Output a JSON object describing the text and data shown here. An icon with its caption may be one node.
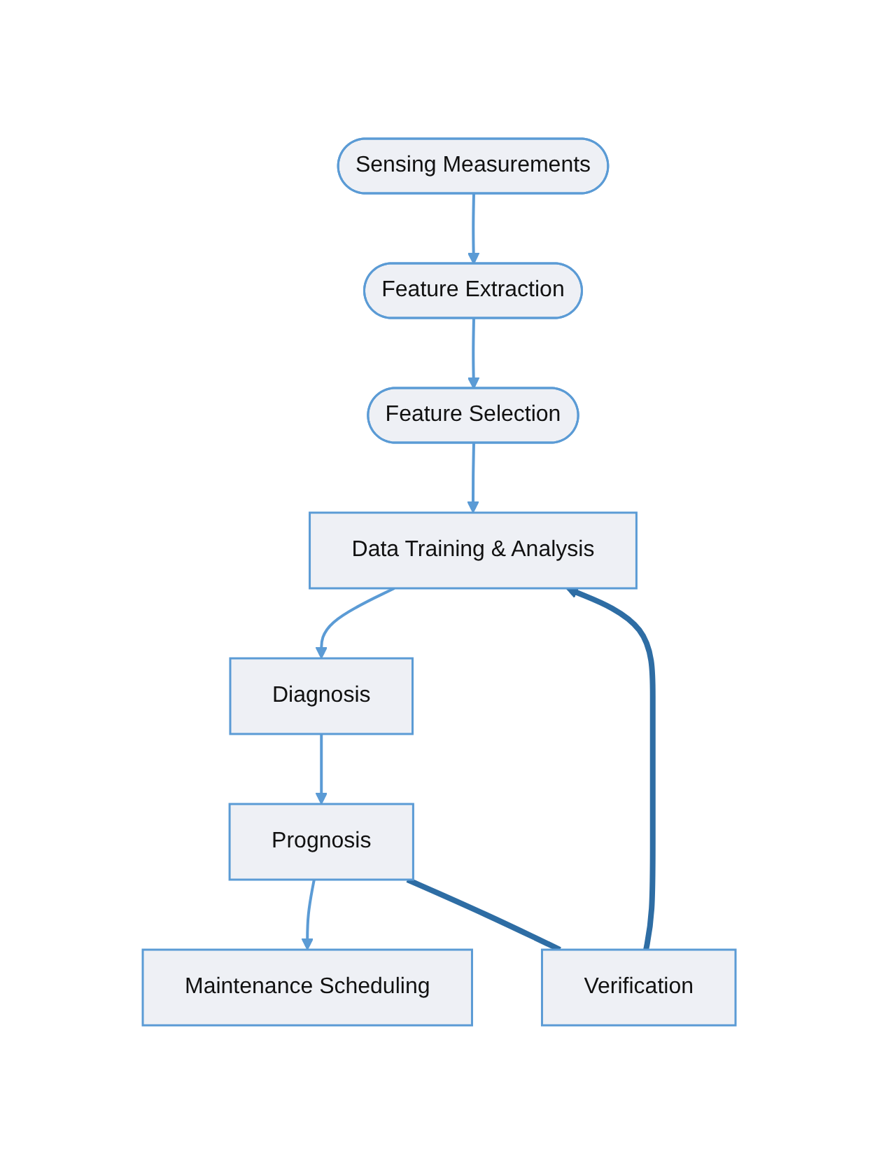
{
  "diagram": {
    "nodes": [
      {
        "text": [
          "Sensing Measurements"
        ]
      },
      {
        "text": [
          "Feature Extraction"
        ]
      },
      {
        "text": [
          "Feature Selection"
        ]
      },
      {
        "text": [
          "Data Training & Analysis"
        ]
      },
      {
        "text": [
          "Diagnosis"
        ]
      },
      {
        "text": [
          "Prognosis"
        ]
      },
      {
        "text": [
          "Maintenance Scheduling"
        ]
      },
      {
        "text": [
          "Verification"
        ]
      }
    ],
    "edges": [
      {
        "from": 0,
        "to": 1,
        "arrow": "to"
      },
      {
        "from": 1,
        "to": 2,
        "arrow": "to"
      },
      {
        "from": 2,
        "to": 3,
        "arrow": "to"
      },
      {
        "from": 3,
        "to": 4,
        "arrow": "to"
      },
      {
        "from": 4,
        "to": 5,
        "arrow": "to"
      },
      {
        "from": 5,
        "to": 6,
        "arrow": "to"
      },
      {
        "from": 5,
        "to": 7,
        "arrow": "none",
        "style": "thick",
        "color": "#2e6da4"
      },
      {
        "from": 7,
        "to": 3,
        "arrow": "to",
        "style": "thick",
        "color": "#2e6da4"
      }
    ]
  }
}
